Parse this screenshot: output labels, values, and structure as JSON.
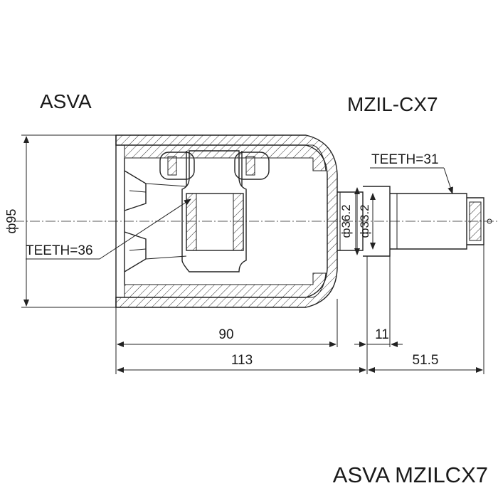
{
  "brand": "ASVA",
  "part_number": "MZIL-CX7",
  "footer_caption": "ASVA MZILCX7",
  "annotations": {
    "outer_diameter": "ф95",
    "inner_teeth": "TEETH=36",
    "outer_teeth": "TEETH=31",
    "shaft_diameter_1": "ф36.2",
    "shaft_diameter_2": "ф33.2",
    "length_body": "90",
    "length_total_body": "113",
    "length_step": "11",
    "length_shaft": "51.5"
  }
}
